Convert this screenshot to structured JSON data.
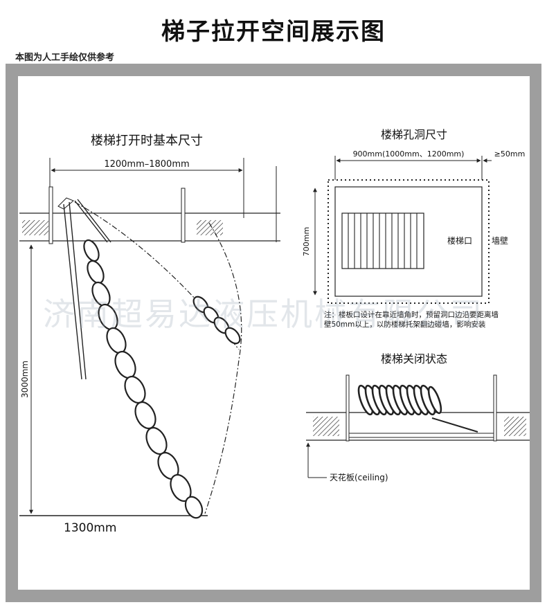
{
  "header": {
    "title": "梯子拉开空间展示图",
    "note": "本图为人工手绘仅供参考"
  },
  "open_diagram": {
    "title": "楼梯打开时基本尺寸",
    "width_dim": "1200mm–1800mm",
    "height_dim": "3000mm",
    "depth_dim": "1300mm"
  },
  "hole_diagram": {
    "title": "楼梯孔洞尺寸",
    "width_dim": "900mm(1000mm、1200mm)",
    "gap_dim": "≥50mm",
    "height_dim": "700mm",
    "opening_label": "楼梯口",
    "wall_label": "墙壁",
    "note_line1": "注：楼板口设计在靠近墙角时，预留洞口边沿要距离墙",
    "note_line2": "壁50mm以上，以防楼梯托架翻边碰墙，影响安装"
  },
  "closed_diagram": {
    "title": "楼梯关闭状态",
    "ceiling_label": "天花板(ceiling)"
  },
  "watermark": "济南超易达液压机械有限公司",
  "colors": {
    "frame": "#9e9e9e",
    "line": "#222222",
    "watermark": "#96a5b4"
  }
}
